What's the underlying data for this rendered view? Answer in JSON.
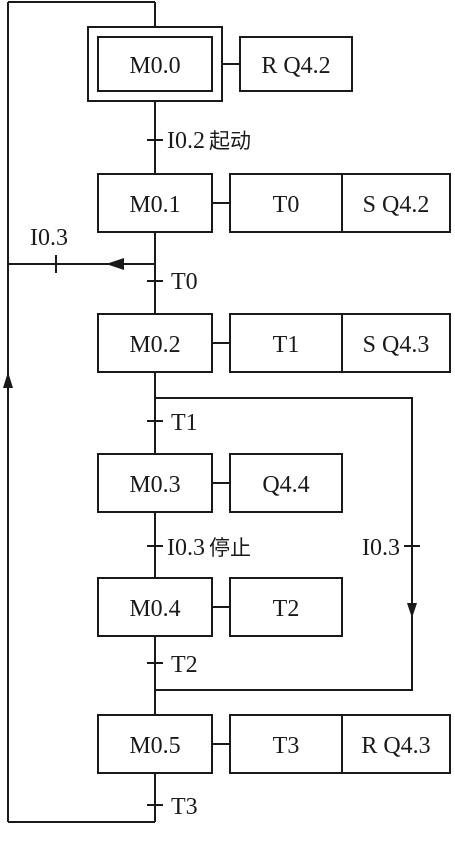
{
  "steps": [
    {
      "label": "M0.0",
      "initial": true,
      "actions": [
        {
          "qualifier": "R",
          "operand": "Q4.2"
        }
      ]
    },
    {
      "label": "M0.1",
      "actions": [
        {
          "qualifier": "",
          "operand": "T0"
        },
        {
          "qualifier": "S",
          "operand": "Q4.2"
        }
      ]
    },
    {
      "label": "M0.2",
      "actions": [
        {
          "qualifier": "",
          "operand": "T1"
        },
        {
          "qualifier": "S",
          "operand": "Q4.3"
        }
      ]
    },
    {
      "label": "M0.3",
      "actions": [
        {
          "qualifier": "",
          "operand": "Q4.4"
        }
      ]
    },
    {
      "label": "M0.4",
      "actions": [
        {
          "qualifier": "",
          "operand": "T2"
        }
      ]
    },
    {
      "label": "M0.5",
      "actions": [
        {
          "qualifier": "",
          "operand": "T3"
        },
        {
          "qualifier": "R",
          "operand": "Q4.3"
        }
      ]
    }
  ],
  "transitions": {
    "t_start": {
      "signal": "I0.2",
      "note": "起动"
    },
    "t_t0": {
      "signal": "T0"
    },
    "t_t1": {
      "signal": "T1"
    },
    "t_stop": {
      "signal": "I0.3",
      "note": "停止"
    },
    "t_t2": {
      "signal": "T2"
    },
    "t_t3": {
      "signal": "T3"
    },
    "t_branch_left": {
      "signal": "I0.3"
    },
    "t_branch_right": {
      "signal": "I0.3"
    }
  }
}
